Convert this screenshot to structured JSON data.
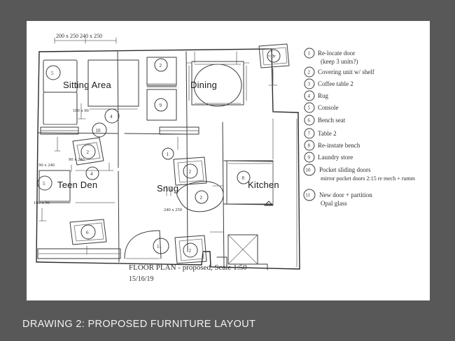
{
  "slide": {
    "background_color": "#585858",
    "sheet_color": "#ffffff",
    "caption": "DRAWING 2: PROPOSED FURNITURE LAYOUT"
  },
  "drawing": {
    "title_block": {
      "title": "FLOOR PLAN - proposed, Scale 1:50",
      "date": "15/16/19"
    },
    "top_dimension_note": "200 x 250  240 x 250",
    "room_labels": [
      {
        "name": "sitting-area",
        "text": "Sitting Area"
      },
      {
        "name": "dining",
        "text": "Dining"
      },
      {
        "name": "teen-den",
        "text": "Teen Den"
      },
      {
        "name": "snug",
        "text": "Snug"
      },
      {
        "name": "kitchen",
        "text": "Kitchen"
      }
    ],
    "dimension_notes": [
      {
        "name": "sitting-dim",
        "text": "180 x 90"
      },
      {
        "name": "mid-dim",
        "text": "90 x 240"
      },
      {
        "name": "teen-dim-a",
        "text": "190 x 240"
      },
      {
        "name": "teen-dim-b",
        "text": "190 x 90"
      },
      {
        "name": "snug-dim",
        "text": "240 x 250"
      }
    ],
    "furniture_markers": [
      {
        "id": "1",
        "label": "1"
      },
      {
        "id": "2a",
        "label": "2"
      },
      {
        "id": "2b",
        "label": "2"
      },
      {
        "id": "2c",
        "label": "2"
      },
      {
        "id": "2d",
        "label": "2"
      },
      {
        "id": "3",
        "label": "3"
      },
      {
        "id": "4a",
        "label": "4"
      },
      {
        "id": "4b",
        "label": "4"
      },
      {
        "id": "5a",
        "label": "5"
      },
      {
        "id": "5b",
        "label": "5"
      },
      {
        "id": "6",
        "label": "6"
      },
      {
        "id": "8",
        "label": "8"
      },
      {
        "id": "9",
        "label": "9"
      },
      {
        "id": "10",
        "label": "10"
      },
      {
        "id": "11",
        "label": "11"
      }
    ]
  },
  "notes_list": {
    "items": [
      {
        "number": "1",
        "text": "Re-locate door",
        "sub": "(keep 3 units?)"
      },
      {
        "number": "2",
        "text": "Covering unit w/ shelf"
      },
      {
        "number": "3",
        "text": "Coffee table 2"
      },
      {
        "number": "4",
        "text": "Rug"
      },
      {
        "number": "5",
        "text": "Console"
      },
      {
        "number": "6",
        "text": "Bench seat"
      },
      {
        "number": "7",
        "text": "Table 2"
      },
      {
        "number": "8",
        "text": "Re-instate bench"
      },
      {
        "number": "9",
        "text": "Laundry store"
      },
      {
        "number": "10",
        "text": "Pocket sliding doors",
        "sub": "mirror pocket doors 2:15 re mech + rumm"
      },
      {
        "number": "11",
        "text": "New door + partition",
        "sub": "Opal glass"
      }
    ]
  }
}
